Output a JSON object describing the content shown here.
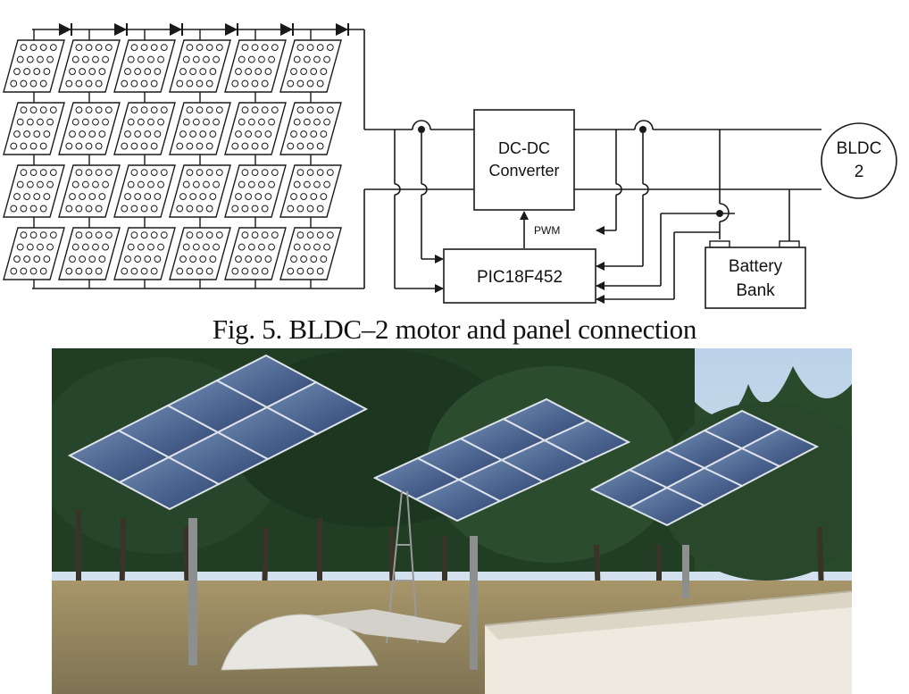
{
  "diagram": {
    "converter_line1": "DC-DC",
    "converter_line2": "Converter",
    "controller": "PIC18F452",
    "pwm": "PWM",
    "battery_line1": "Battery",
    "battery_line2": "Bank",
    "motor_line1": "BLDC",
    "motor_line2": "2",
    "panel_grid": {
      "rows": 4,
      "cols": 6
    },
    "diode_count": 6
  },
  "caption": "Fig. 5. BLDC–2 motor and panel connection",
  "colors": {
    "line": "#1a1a1a",
    "sky": "#cfe0ef",
    "forest": "#1f3a22",
    "panel": "#3e5a86",
    "ground": "#b5a37a"
  }
}
